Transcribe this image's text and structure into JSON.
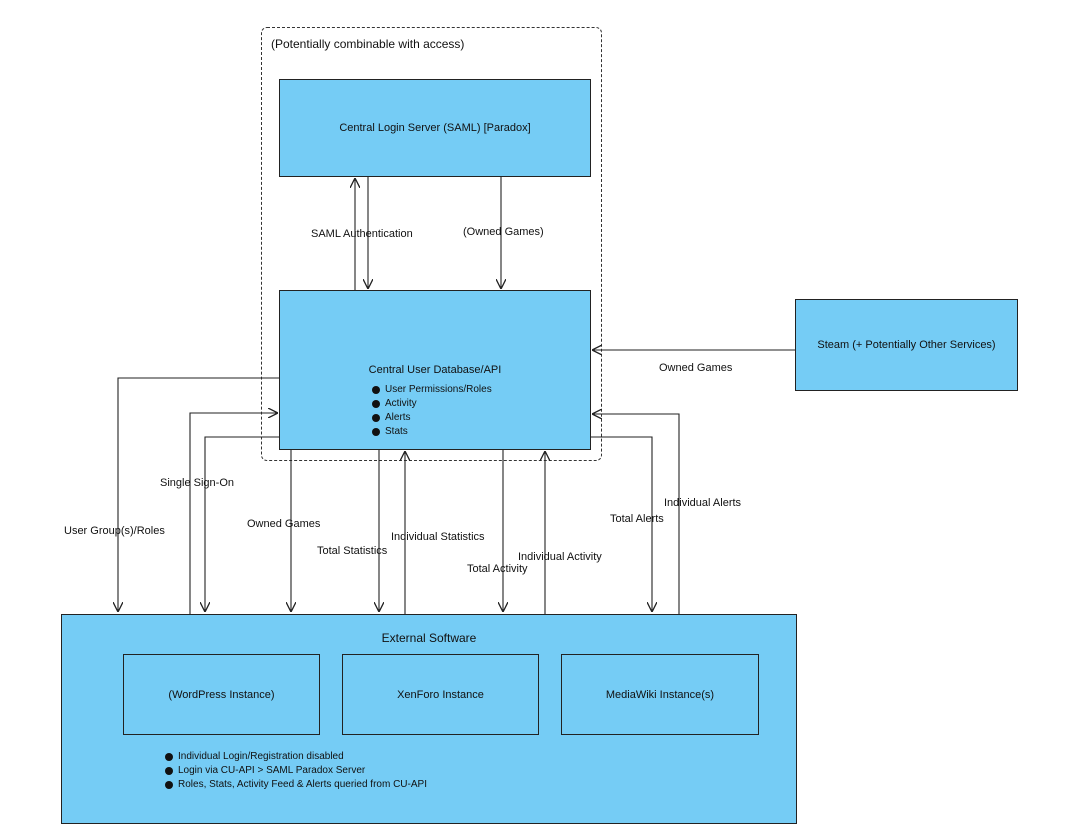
{
  "group": {
    "label": "(Potentially combinable with access)"
  },
  "login_server": {
    "title": "Central Login Server (SAML) [Paradox]"
  },
  "user_db": {
    "title": "Central User Database/API",
    "bullets": [
      "User Permissions/Roles",
      "Activity",
      "Alerts",
      "Stats"
    ]
  },
  "steam": {
    "title": "Steam (+ Potentially Other Services)"
  },
  "external": {
    "title": "External Software",
    "instances": [
      "(WordPress Instance)",
      "XenForo Instance",
      "MediaWiki Instance(s)"
    ],
    "bullets": [
      "Individual Login/Registration disabled",
      "Login via CU-API > SAML Paradox Server",
      "Roles, Stats, Activity Feed & Alerts queried from CU-API"
    ]
  },
  "edges": {
    "saml_auth": "SAML Authentication",
    "owned_games_login": "(Owned Games)",
    "owned_games_steam": "Owned Games",
    "user_groups": "User Group(s)/Roles",
    "single_sign_on": "Single Sign-On",
    "owned_games_ext": "Owned Games",
    "total_statistics": "Total Statistics",
    "individual_statistics": "Individual Statistics",
    "total_activity": "Total Activity",
    "individual_activity": "Individual Activity",
    "total_alerts": "Total Alerts",
    "individual_alerts": "Individual Alerts"
  }
}
